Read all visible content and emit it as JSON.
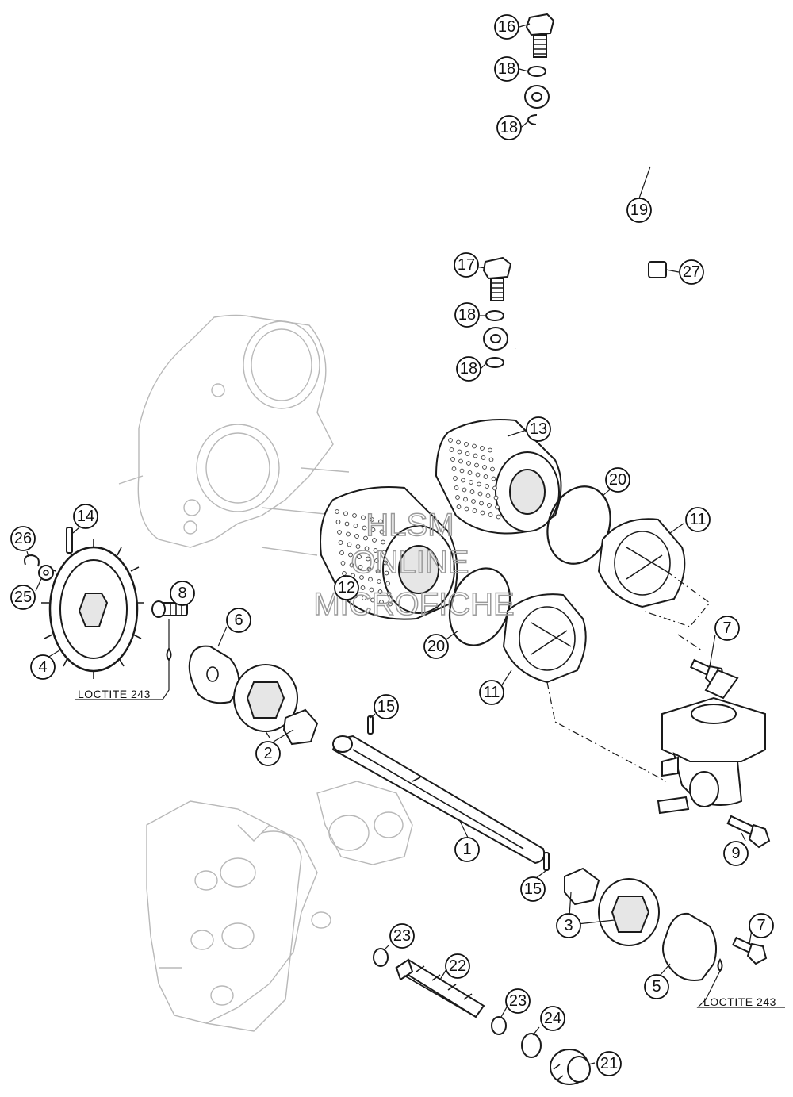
{
  "callouts": [
    {
      "label": "16"
    },
    {
      "label": "18"
    },
    {
      "label": "18"
    },
    {
      "label": "19"
    },
    {
      "label": "17"
    },
    {
      "label": "27"
    },
    {
      "label": "18"
    },
    {
      "label": "18"
    },
    {
      "label": "13"
    },
    {
      "label": "20"
    },
    {
      "label": "11"
    },
    {
      "label": "14"
    },
    {
      "label": "26"
    },
    {
      "label": "12"
    },
    {
      "label": "25"
    },
    {
      "label": "8"
    },
    {
      "label": "6"
    },
    {
      "label": "7"
    },
    {
      "label": "4"
    },
    {
      "label": "20"
    },
    {
      "label": "11"
    },
    {
      "label": "15"
    },
    {
      "label": "2"
    },
    {
      "label": "1"
    },
    {
      "label": "9"
    },
    {
      "label": "15"
    },
    {
      "label": "3"
    },
    {
      "label": "7"
    },
    {
      "label": "23"
    },
    {
      "label": "22"
    },
    {
      "label": "5"
    },
    {
      "label": "23"
    },
    {
      "label": "24"
    },
    {
      "label": "21"
    }
  ],
  "notes": {
    "loctite_left": "LOCTITE 243",
    "loctite_right": "LOCTITE 243"
  },
  "watermark": {
    "line1": "HLSM",
    "line2": "ONLINE",
    "line3": "MICROFICHE"
  }
}
